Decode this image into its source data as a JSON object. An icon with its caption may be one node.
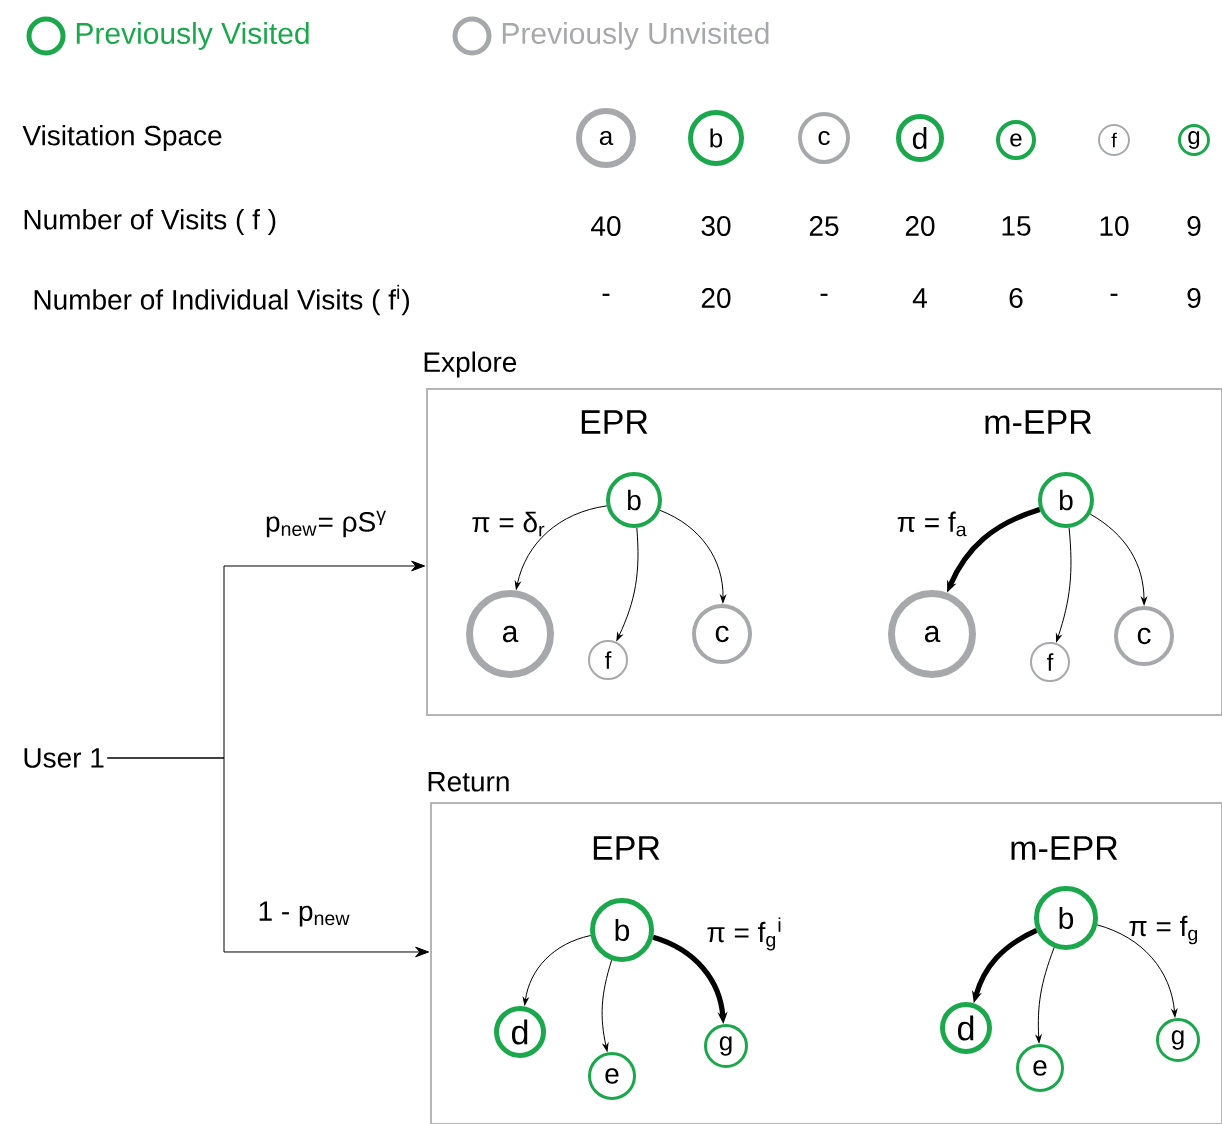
{
  "diagram": {
    "nodes": [
      {
        "text": [
          "a"
        ]
      },
      {
        "text": [
          "b"
        ]
      },
      {
        "text": [
          "c"
        ]
      },
      {
        "text": [
          "d"
        ]
      },
      {
        "text": [
          "e"
        ]
      },
      {
        "text": [
          "f"
        ]
      },
      {
        "text": [
          "g"
        ]
      },
      {
        "text": [
          "Explore"
        ]
      },
      {
        "text": [
          "b"
        ],
        "in": 7
      },
      {
        "text": [
          "a"
        ],
        "in": 7
      },
      {
        "text": [
          "f"
        ],
        "in": 7
      },
      {
        "text": [
          "c"
        ],
        "in": 7
      },
      {
        "text": [
          "b"
        ],
        "in": 7
      },
      {
        "text": [
          "a"
        ],
        "in": 7
      },
      {
        "text": [
          "f"
        ],
        "in": 7
      },
      {
        "text": [
          "c"
        ],
        "in": 7
      },
      {
        "text": [
          "User 1"
        ]
      },
      {
        "text": [
          "Return"
        ]
      },
      {
        "text": [
          "b"
        ],
        "in": 17
      },
      {
        "text": [
          "d"
        ],
        "in": 17
      },
      {
        "text": [
          "e"
        ],
        "in": 17
      },
      {
        "text": [
          "g"
        ],
        "in": 17
      },
      {
        "text": [
          "b"
        ],
        "in": 17
      },
      {
        "text": [
          "d"
        ],
        "in": 17
      },
      {
        "text": [
          "e"
        ],
        "in": 17
      },
      {
        "text": [
          "g"
        ],
        "in": 17
      }
    ],
    "edges": [
      {
        "from": 16,
        "to": 7,
        "arrow": "to",
        "label": "p$_{new}$= ρS$^{γ}$"
      },
      {
        "from": 16,
        "to": 17,
        "arrow": "to",
        "label": "1 - p$_{new}$"
      },
      {
        "from": 8,
        "to": 9,
        "arrow": "to"
      },
      {
        "from": 8,
        "to": 10,
        "arrow": "to"
      },
      {
        "from": 8,
        "to": 11,
        "arrow": "to"
      },
      {
        "from": 12,
        "to": 13,
        "arrow": "to",
        "style": "thick"
      },
      {
        "from": 12,
        "to": 14,
        "arrow": "to"
      },
      {
        "from": 12,
        "to": 15,
        "arrow": "to"
      },
      {
        "from": 18,
        "to": 19,
        "arrow": "to"
      },
      {
        "from": 18,
        "to": 20,
        "arrow": "to"
      },
      {
        "from": 18,
        "to": 21,
        "arrow": "to",
        "style": "thick"
      },
      {
        "from": 22,
        "to": 23,
        "arrow": "to",
        "style": "thick"
      },
      {
        "from": 22,
        "to": 24,
        "arrow": "to"
      },
      {
        "from": 22,
        "to": 25,
        "arrow": "to"
      }
    ],
    "labels": [
      "Visitation Space",
      "Number of Visits ( f )",
      "40",
      "30",
      "25",
      "20",
      "15",
      "10",
      "9",
      "Number of Individual Visits ( f$^{i}$)",
      "-",
      "20",
      "-",
      "4",
      "6",
      "-",
      "9",
      "EPR",
      "m-EPR",
      "π = δ$_{r}$",
      "π = f$_{a}$",
      "EPR",
      "m-EPR",
      "π = f$_{g}$$^{i}$",
      "π = f$_{g}$"
    ],
    "legend": [
      {
        "text": "Previously Visited"
      },
      {
        "text": "Previously Unvisited"
      }
    ]
  }
}
